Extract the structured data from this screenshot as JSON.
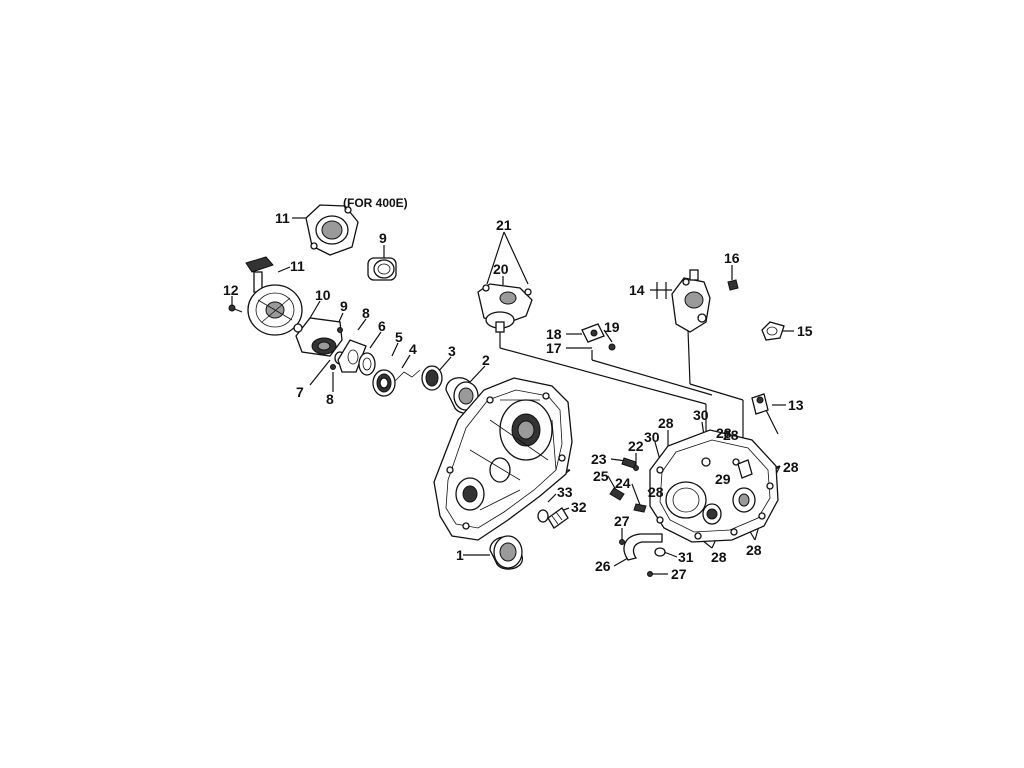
{
  "diagram": {
    "note": "(FOR 400E)",
    "callouts": [
      "1",
      "2",
      "3",
      "4",
      "5",
      "6",
      "7",
      "8",
      "8",
      "9",
      "9",
      "10",
      "11",
      "11",
      "12",
      "13",
      "14",
      "15",
      "16",
      "17",
      "18",
      "19",
      "20",
      "21",
      "22",
      "23",
      "24",
      "25",
      "26",
      "27",
      "27",
      "28",
      "28",
      "28",
      "28",
      "28",
      "28",
      "28",
      "29",
      "30",
      "30",
      "31",
      "32",
      "33"
    ]
  }
}
